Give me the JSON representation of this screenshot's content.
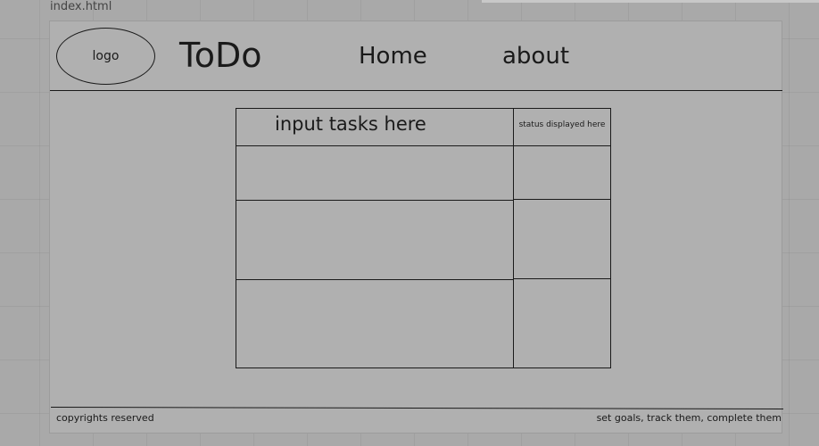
{
  "file_label": "index.html",
  "header": {
    "logo": "logo",
    "title": "ToDo",
    "nav": {
      "home": "Home",
      "about": "about"
    }
  },
  "table": {
    "task_header": "input tasks here",
    "status_header": "status displayed here"
  },
  "footer": {
    "left": "copyrights reserved",
    "right": "set goals, track them, complete them"
  }
}
